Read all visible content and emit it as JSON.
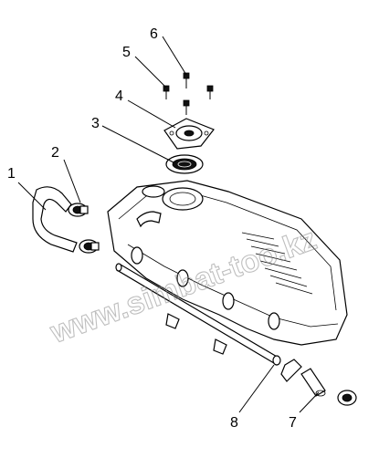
{
  "watermark": "www.simbat-too.kz",
  "callouts": [
    {
      "id": "1",
      "label": "1"
    },
    {
      "id": "2",
      "label": "2"
    },
    {
      "id": "3",
      "label": "3"
    },
    {
      "id": "4",
      "label": "4"
    },
    {
      "id": "5",
      "label": "5"
    },
    {
      "id": "6",
      "label": "6"
    },
    {
      "id": "7",
      "label": "7"
    },
    {
      "id": "8",
      "label": "8"
    }
  ]
}
